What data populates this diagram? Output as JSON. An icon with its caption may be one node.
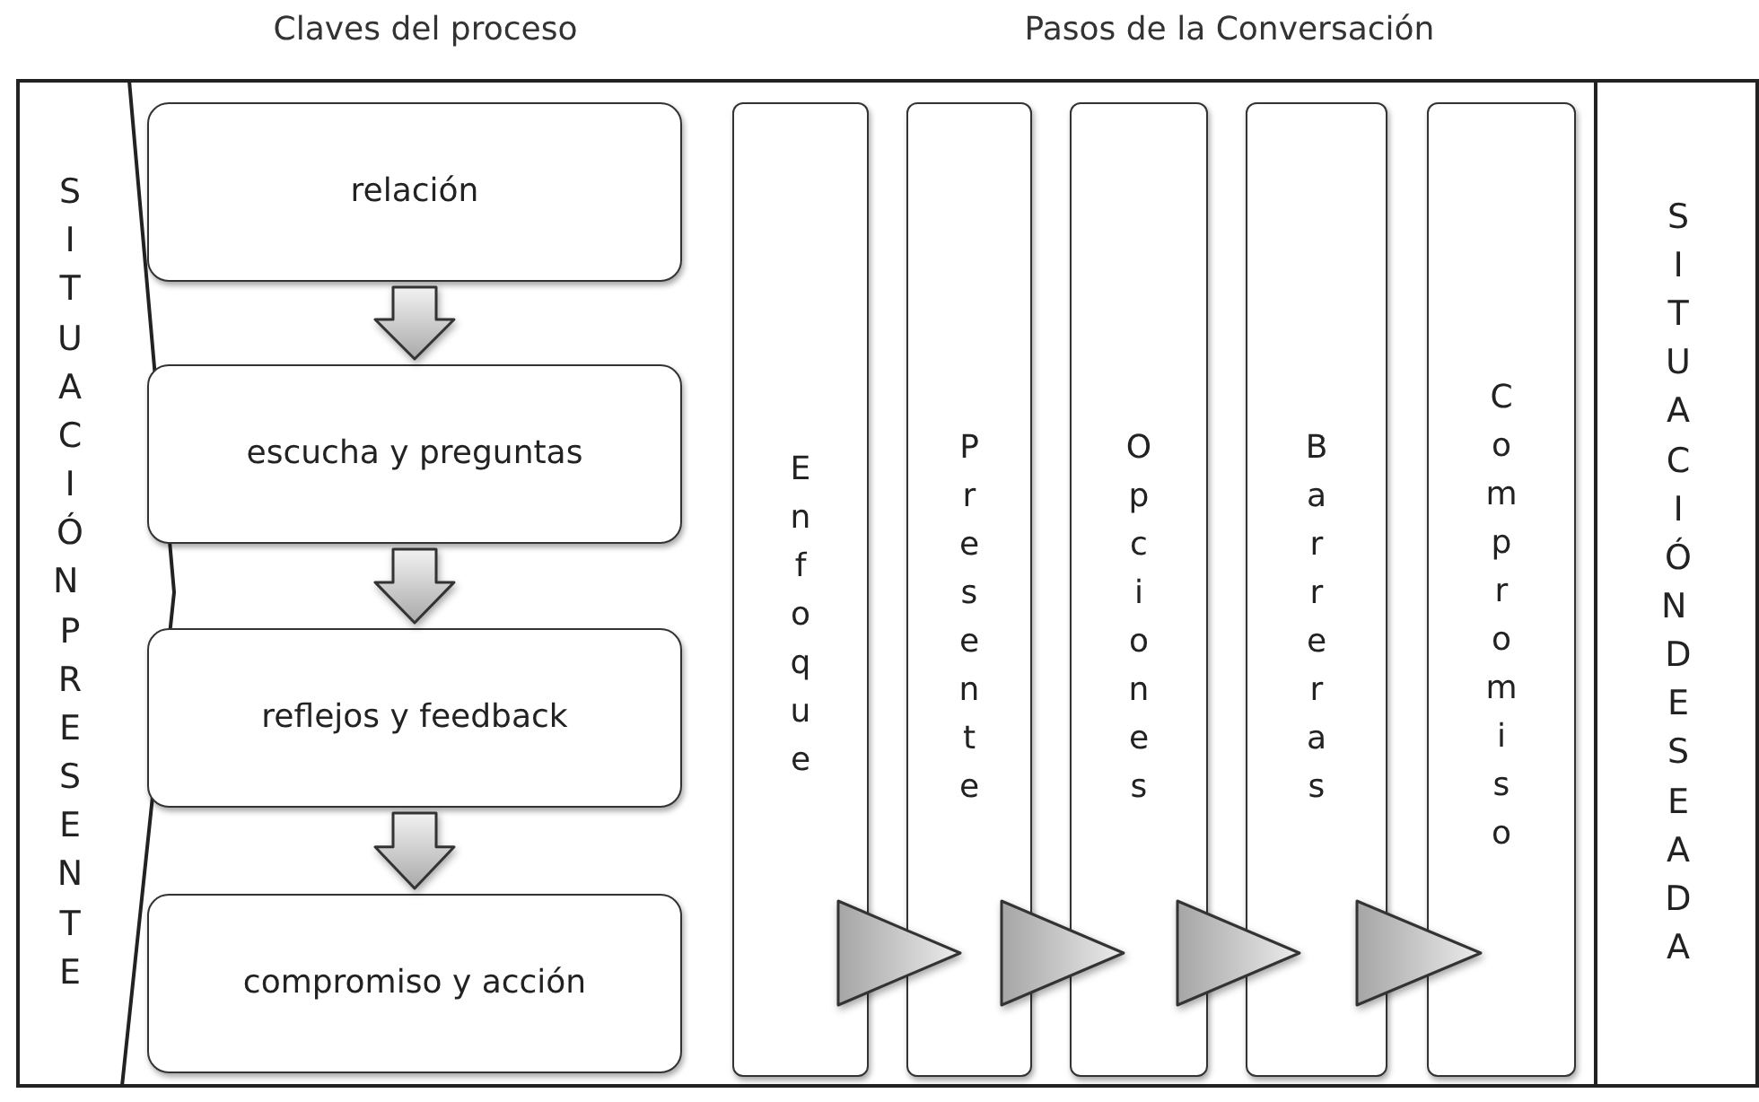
{
  "diagram": {
    "nodes": [
      {
        "text": [
          "SITUACIÓN PRESENTE"
        ]
      },
      {
        "text": [
          "relación"
        ]
      },
      {
        "text": [
          "escucha y preguntas"
        ]
      },
      {
        "text": [
          "reflejos y feedback"
        ]
      },
      {
        "text": [
          "compromiso y acción"
        ]
      },
      {
        "text": [
          "Enfoque"
        ]
      },
      {
        "text": [
          "Presente"
        ]
      },
      {
        "text": [
          "Opciones"
        ]
      },
      {
        "text": [
          "Barreras"
        ]
      },
      {
        "text": [
          "Compromiso"
        ]
      },
      {
        "text": [
          "SITUACIÓN DESEADA"
        ]
      }
    ],
    "edges": [
      {
        "from": 1,
        "to": 2,
        "arrow": "to"
      },
      {
        "from": 2,
        "to": 3,
        "arrow": "to"
      },
      {
        "from": 3,
        "to": 4,
        "arrow": "to"
      },
      {
        "from": 5,
        "to": 6,
        "arrow": "to"
      },
      {
        "from": 6,
        "to": 7,
        "arrow": "to"
      },
      {
        "from": 7,
        "to": 8,
        "arrow": "to"
      },
      {
        "from": 8,
        "to": 9,
        "arrow": "to"
      }
    ],
    "labels": [
      "Claves del proceso",
      "Pasos de la Conversación"
    ]
  }
}
